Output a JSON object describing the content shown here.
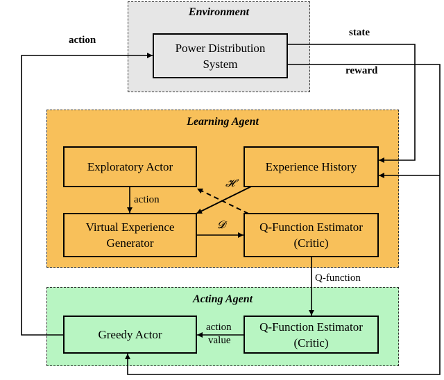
{
  "colors": {
    "environment_fill": "#e6e6e6",
    "learning_fill": "#f8c05a",
    "acting_fill": "#b8f5c2",
    "box_stroke": "#000000"
  },
  "environment": {
    "title": "Environment",
    "power_system": {
      "line1": "Power Distribution",
      "line2": "System"
    }
  },
  "learning_agent": {
    "title": "Learning Agent",
    "exploratory_actor": "Exploratory Actor",
    "experience_history": "Experience History",
    "virtual_generator": {
      "line1": "Virtual Experience",
      "line2": "Generator"
    },
    "q_estimator": {
      "line1": "Q-Function Estimator",
      "line2": "(Critic)"
    }
  },
  "acting_agent": {
    "title": "Acting Agent",
    "greedy_actor": "Greedy Actor",
    "q_estimator": {
      "line1": "Q-Function Estimator",
      "line2": "(Critic)"
    }
  },
  "edge_labels": {
    "action_top": "action",
    "state": "state",
    "reward": "reward",
    "action_inner": "action",
    "h_symbol": "𝓗",
    "d_symbol": "𝓓",
    "q_function": "Q-function",
    "action_value_line1": "action",
    "action_value_line2": "value"
  }
}
